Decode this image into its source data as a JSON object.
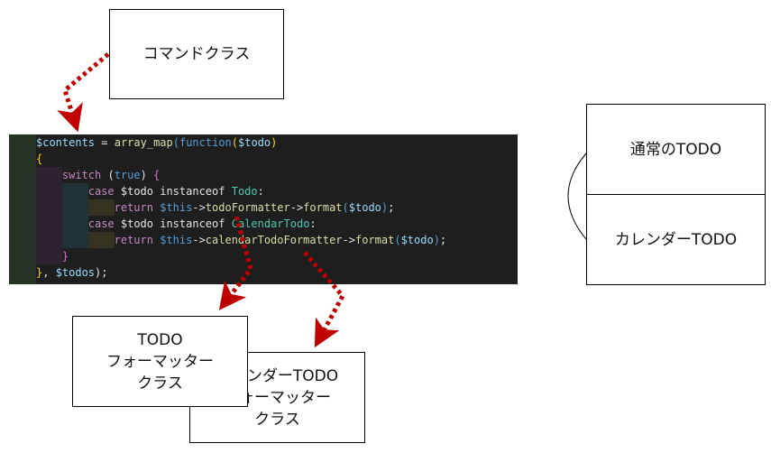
{
  "boxes": {
    "command": "コマンドクラス",
    "todo_formatter": "TODO\nフォーマッター\nクラス",
    "calendar_formatter": "カレンダーTODO\nフォーマッター\nクラス",
    "normal_todo": "通常のTODO",
    "calendar_todo": "カレンダーTODO"
  },
  "code": [
    {
      "indent": 0,
      "tokens": [
        [
          "$contents",
          "v"
        ],
        [
          " = ",
          "w"
        ],
        [
          "array_map",
          "f"
        ],
        [
          "(",
          "p"
        ],
        [
          "function",
          "p"
        ],
        [
          "(",
          "b"
        ],
        [
          "$todo",
          "v"
        ],
        [
          ")",
          "b"
        ]
      ]
    },
    {
      "indent": 0,
      "tokens": [
        [
          "{",
          "b"
        ]
      ]
    },
    {
      "indent": 1,
      "tokens": [
        [
          "switch",
          "k"
        ],
        [
          " (",
          "w"
        ],
        [
          "true",
          "p"
        ],
        [
          ") ",
          "w"
        ],
        [
          "{",
          "br2"
        ]
      ]
    },
    {
      "indent": 2,
      "tokens": [
        [
          "case",
          "k"
        ],
        [
          " $todo ",
          "w"
        ],
        [
          "instanceof ",
          "w"
        ],
        [
          "Todo",
          "t"
        ],
        [
          ":",
          "w"
        ]
      ]
    },
    {
      "indent": 3,
      "tokens": [
        [
          "return",
          "k"
        ],
        [
          " ",
          "w"
        ],
        [
          "$this",
          "this"
        ],
        [
          "->",
          "w"
        ],
        [
          "todoFormatter",
          "f"
        ],
        [
          "->",
          "w"
        ],
        [
          "format",
          "f"
        ],
        [
          "(",
          "p"
        ],
        [
          "$todo",
          "v"
        ],
        [
          ")",
          "p"
        ],
        [
          ";",
          "w"
        ]
      ]
    },
    {
      "indent": 2,
      "tokens": [
        [
          "case",
          "k"
        ],
        [
          " $todo ",
          "w"
        ],
        [
          "instanceof ",
          "w"
        ],
        [
          "CalendarTodo",
          "t"
        ],
        [
          ":",
          "w"
        ]
      ]
    },
    {
      "indent": 3,
      "tokens": [
        [
          "return",
          "k"
        ],
        [
          " ",
          "w"
        ],
        [
          "$this",
          "this"
        ],
        [
          "->",
          "w"
        ],
        [
          "calendarTodoFormatter",
          "f"
        ],
        [
          "->",
          "w"
        ],
        [
          "format",
          "f"
        ],
        [
          "(",
          "p"
        ],
        [
          "$todo",
          "v"
        ],
        [
          ")",
          "p"
        ],
        [
          ";",
          "w"
        ]
      ]
    },
    {
      "indent": 1,
      "tokens": [
        [
          "}",
          "br2"
        ]
      ]
    },
    {
      "indent": 0,
      "tokens": [
        [
          "}",
          "b"
        ],
        [
          ", ",
          "w"
        ],
        [
          "$todos",
          "v"
        ],
        [
          ");",
          "w"
        ]
      ]
    }
  ]
}
